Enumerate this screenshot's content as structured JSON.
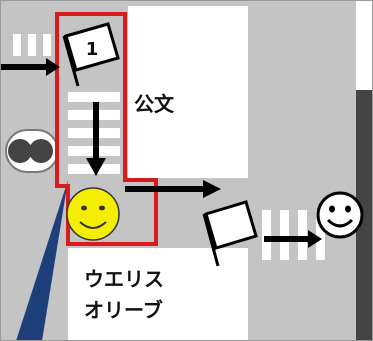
{
  "labels": {
    "kumon": "公文",
    "place_line1": "ウエリス",
    "place_line2": "オリーブ",
    "flag_number": "1"
  },
  "colors": {
    "road": "#c4c4c4",
    "background": "#ffffff",
    "route_box": "#d81c1c",
    "arrow": "#000000",
    "smiley_fill": "#f4ee00",
    "wedge": "#1f3f7a",
    "dark_bar": "#444444"
  },
  "icons": [
    "flag-icon",
    "smiley-icon",
    "arrow-icon",
    "traffic-light-icon",
    "crosswalk-icon"
  ]
}
